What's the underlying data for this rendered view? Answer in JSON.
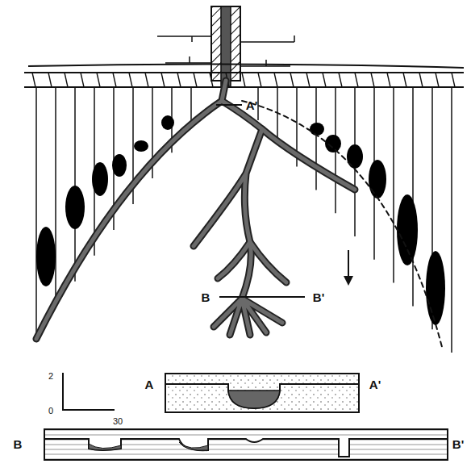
{
  "diagram": {
    "labels": [
      "A'",
      "B",
      "B'",
      "2",
      "A",
      "A'",
      "0",
      "30",
      "B",
      "B'"
    ]
  }
}
